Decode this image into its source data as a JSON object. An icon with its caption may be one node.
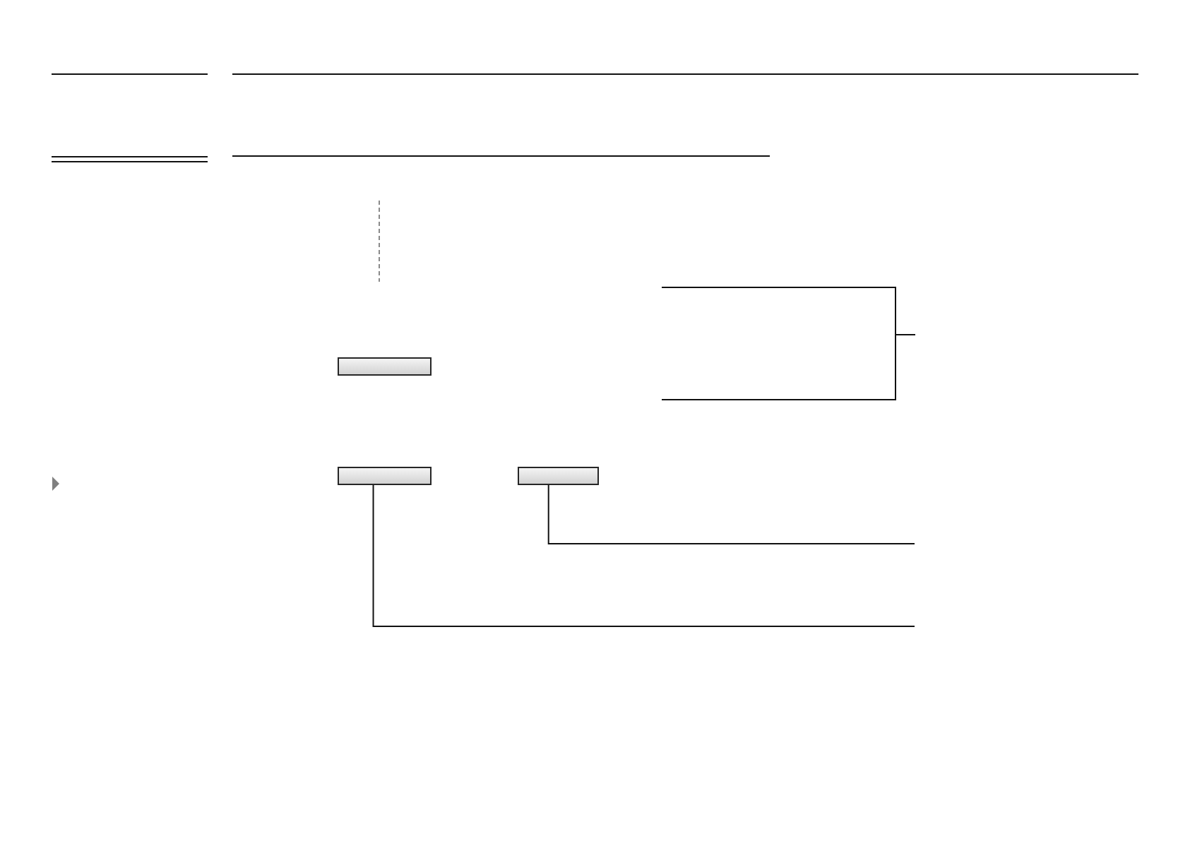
{
  "diagram": {
    "nodes": [
      {
        "text": [],
        "shape": "bar"
      },
      {
        "text": [],
        "shape": "bar"
      },
      {
        "text": [],
        "shape": "bar"
      }
    ],
    "edges": [
      {
        "from": 1,
        "to": null,
        "arrow": "none"
      },
      {
        "from": 2,
        "to": null,
        "arrow": "none"
      }
    ]
  }
}
